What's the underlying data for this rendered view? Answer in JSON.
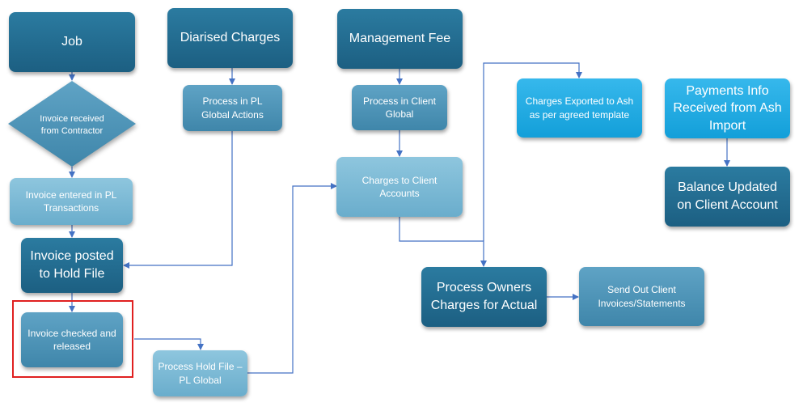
{
  "nodes": {
    "job": "Job",
    "diarised_charges": "Diarised Charges",
    "management_fee": "Management Fee",
    "invoice_received": "Invoice received from Contractor",
    "process_pl_global_actions": "Process in PL Global Actions",
    "process_client_global": "Process in Client Global",
    "charges_exported": "Charges Exported to Ash as per agreed template",
    "payments_info": "Payments Info Received from Ash Import",
    "invoice_entered": "Invoice entered in PL Transactions",
    "charges_to_client": "Charges to Client Accounts",
    "balance_updated": "Balance Updated on Client Account",
    "invoice_posted": "Invoice posted to Hold File",
    "process_owners_charges": "Process Owners Charges for Actual",
    "send_out_invoices": "Send Out Client Invoices/Statements",
    "invoice_checked": "Invoice checked and released",
    "process_hold_file": "Process Hold File – PL Global"
  },
  "colors": {
    "dark_box": "#1c5f82",
    "mid_box": "#3f86aa",
    "light_box": "#6aadcc",
    "cyan_box": "#139fd9",
    "connector": "#4472c4",
    "highlight": "#e02020"
  }
}
